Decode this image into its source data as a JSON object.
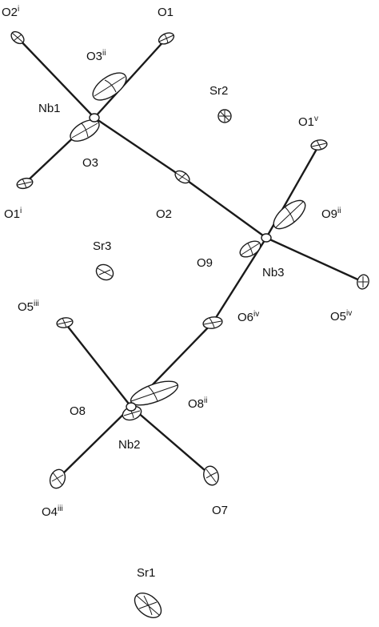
{
  "labels": {
    "O2i": {
      "base": "O2",
      "sup": "i"
    },
    "O1": {
      "base": "O1",
      "sup": ""
    },
    "O3ii": {
      "base": "O3",
      "sup": "ii"
    },
    "Sr2": {
      "base": "Sr2",
      "sup": ""
    },
    "Nb1": {
      "base": "Nb1",
      "sup": ""
    },
    "O1v": {
      "base": "O1",
      "sup": "v"
    },
    "O3": {
      "base": "O3",
      "sup": ""
    },
    "O1i": {
      "base": "O1",
      "sup": "i"
    },
    "O2": {
      "base": "O2",
      "sup": ""
    },
    "O9ii": {
      "base": "O9",
      "sup": "ii"
    },
    "Sr3": {
      "base": "Sr3",
      "sup": ""
    },
    "O9": {
      "base": "O9",
      "sup": ""
    },
    "Nb3": {
      "base": "Nb3",
      "sup": ""
    },
    "O5iii": {
      "base": "O5",
      "sup": "iii"
    },
    "O6iv": {
      "base": "O6",
      "sup": "iv"
    },
    "O5iv": {
      "base": "O5",
      "sup": "iv"
    },
    "O8": {
      "base": "O8",
      "sup": ""
    },
    "O8ii": {
      "base": "O8",
      "sup": "ii"
    },
    "Nb2": {
      "base": "Nb2",
      "sup": ""
    },
    "O4iii": {
      "base": "O4",
      "sup": "iii"
    },
    "O7": {
      "base": "O7",
      "sup": ""
    },
    "Sr1": {
      "base": "Sr1",
      "sup": ""
    }
  }
}
